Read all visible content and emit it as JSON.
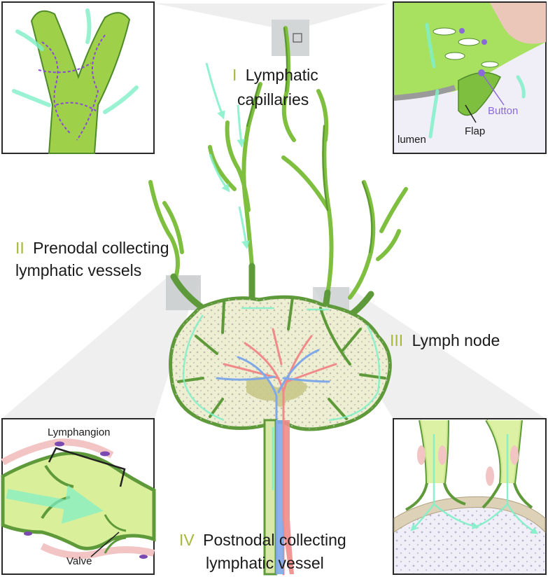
{
  "labels": {
    "lymphatic_capillaries": {
      "numeral": "I",
      "line1": "Lymphatic",
      "line2": "capillaries"
    },
    "prenodal": {
      "numeral": "II",
      "line1": "Prenodal collecting",
      "line2": "lymphatic vessels"
    },
    "lymph_node": {
      "numeral": "III",
      "line1": "Lymph node"
    },
    "postnodal": {
      "numeral": "IV",
      "line1": "Postnodal collecting",
      "line2": "lymphatic vessel"
    }
  },
  "insets": {
    "capillary_detail": {
      "lumen": "lumen",
      "flap": "Flap",
      "button": "Button"
    },
    "collecting_detail": {
      "lymphangion": "Lymphangion",
      "valve": "Valve"
    }
  },
  "colors": {
    "vessel_green": "#7fbf3f",
    "vessel_dark": "#4e8a2a",
    "lymph_flow": "#7ff0c8",
    "artery": "#f08a8a",
    "vein": "#7fa8e8",
    "button_purple": "#8a6ad8",
    "numeral_olive": "#a7b83a",
    "node_fill": "#eeeed2"
  }
}
